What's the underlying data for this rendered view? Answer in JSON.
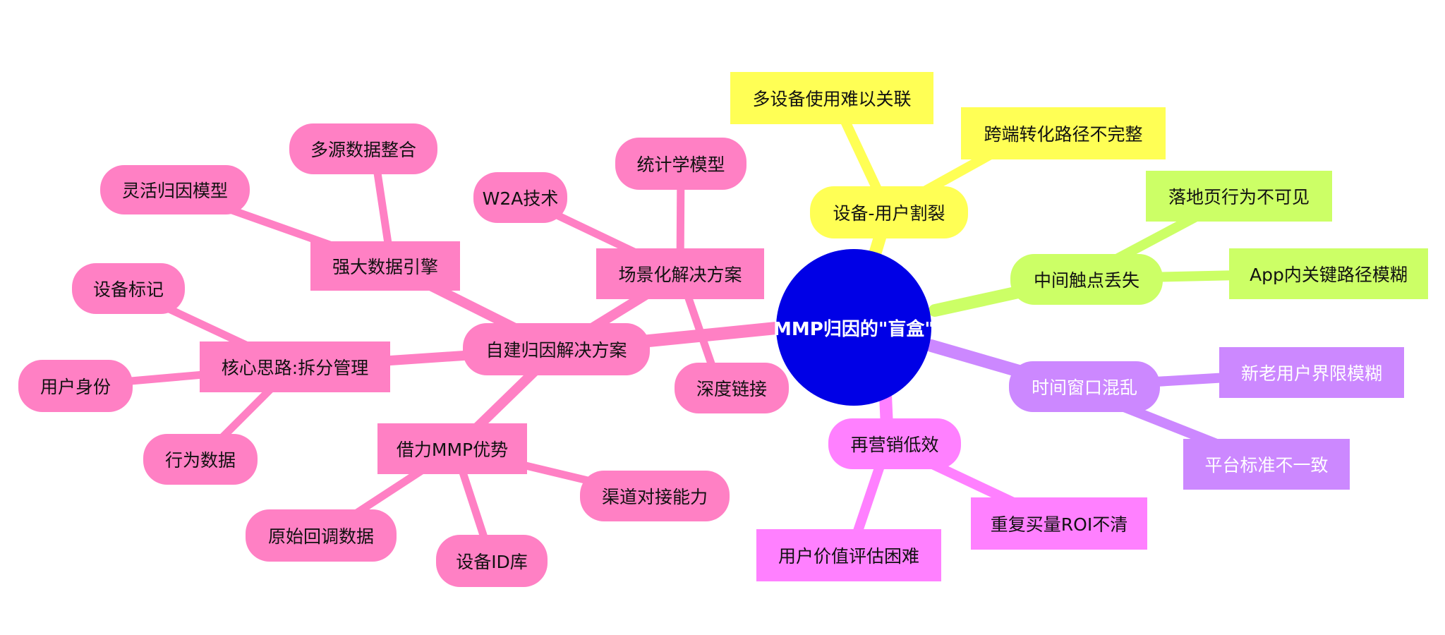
{
  "mindmap": {
    "root": {
      "label": "MMP归因的\"盲盒\"",
      "color": "#0000e6"
    },
    "branches": {
      "selfbuilt": {
        "label": "自建归因解决方案",
        "color": "#ff80c4",
        "children": {
          "engine": {
            "label": "强大数据引擎",
            "children": {
              "multisource": "多源数据整合",
              "flexmodel": "灵活归因模型"
            }
          },
          "core": {
            "label": "核心思路:拆分管理",
            "children": {
              "device_tag": "设备标记",
              "user_identity": "用户身份",
              "behavior_data": "行为数据"
            }
          },
          "leverage": {
            "label": "借力MMP优势",
            "children": {
              "raw_callback": "原始回调数据",
              "device_id_lib": "设备ID库",
              "channel_dock": "渠道对接能力"
            }
          },
          "scenario": {
            "label": "场景化解决方案",
            "children": {
              "w2a": "W2A技术",
              "stats_model": "统计学模型",
              "deeplink": "深度链接"
            }
          }
        }
      },
      "device_split": {
        "label": "设备-用户割裂",
        "color": "#ffff55",
        "children": {
          "multi_device": "多设备使用难以关联",
          "cross_path": "跨端转化路径不完整"
        }
      },
      "touchpoint": {
        "label": "中间触点丢失",
        "color": "#ccff66",
        "children": {
          "landing": "落地页行为不可见",
          "in_app": "App内关键路径模糊"
        }
      },
      "time_window": {
        "label": "时间窗口混乱",
        "color": "#cc88ff",
        "children": {
          "new_old": "新老用户界限模糊",
          "platform_std": "平台标准不一致"
        }
      },
      "remarketing": {
        "label": "再营销低效",
        "color": "#ff80ff",
        "children": {
          "user_value": "用户价值评估困难",
          "repeat_buy": "重复买量ROI不清"
        }
      }
    }
  }
}
